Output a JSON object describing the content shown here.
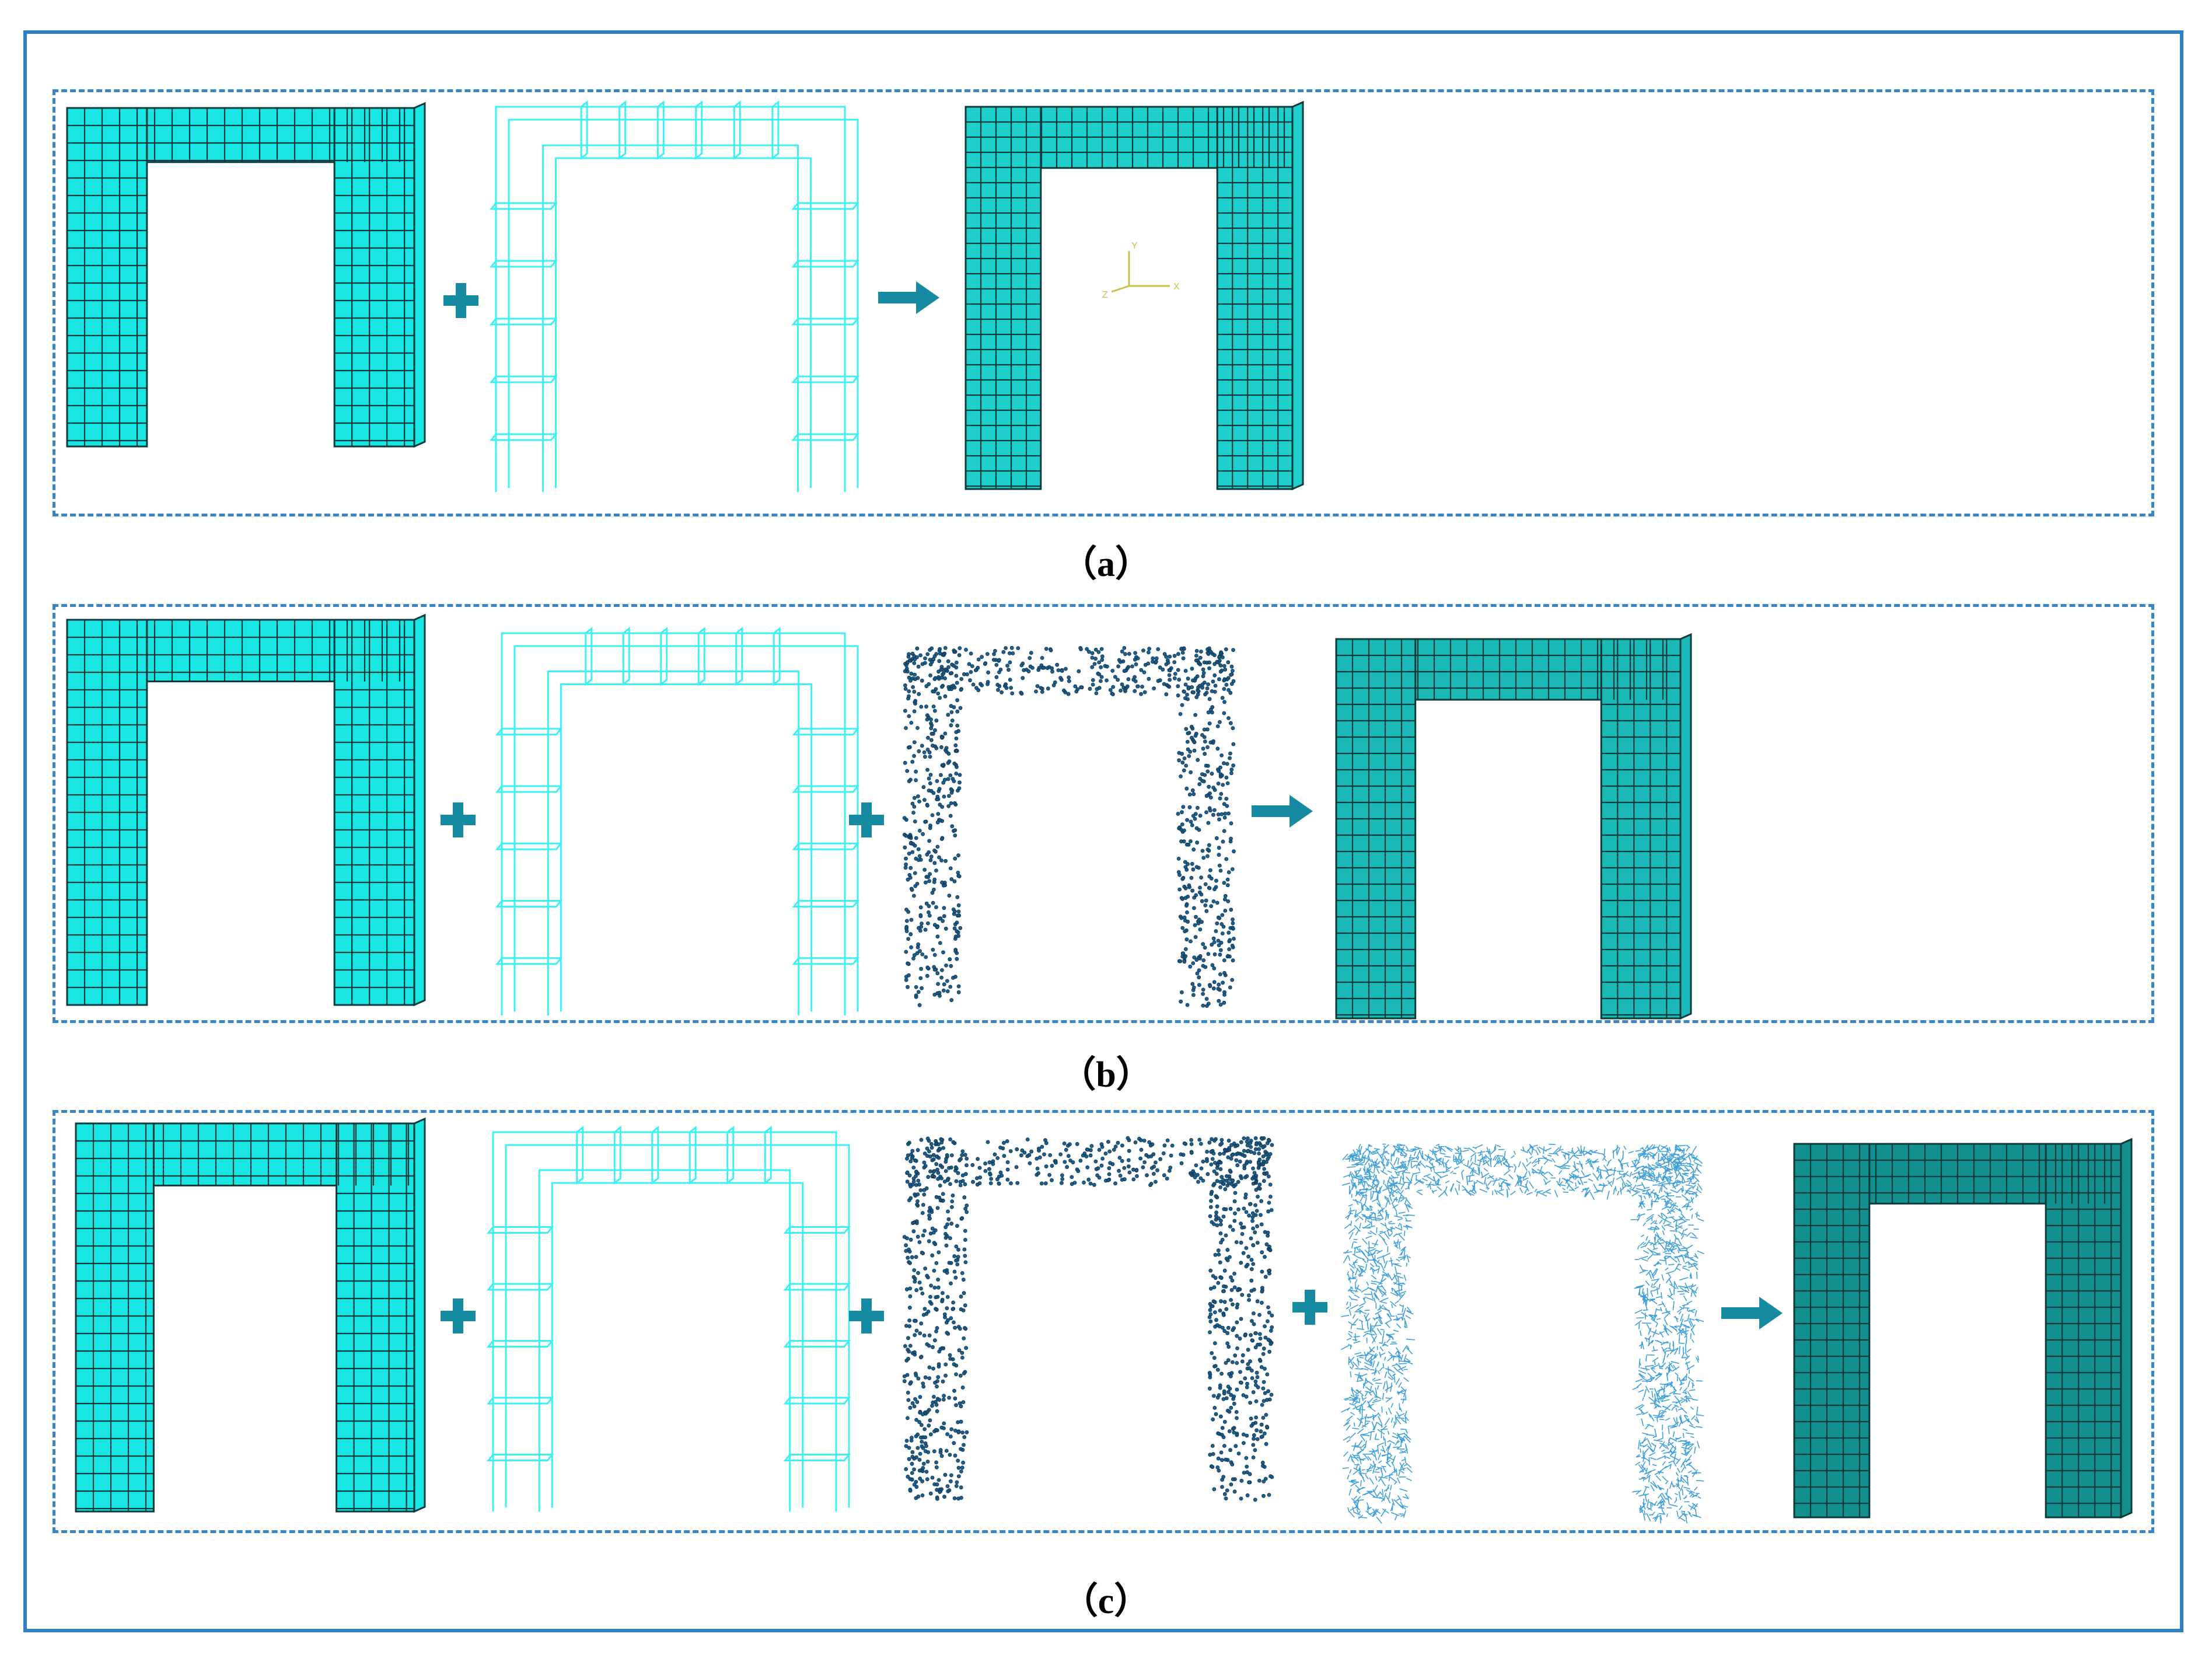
{
  "figure": {
    "panels": [
      {
        "caption": "（a）",
        "components": [
          "concrete-mesh",
          "rebar-cage"
        ],
        "result": "composite-model-a",
        "triad": {
          "y": "Y",
          "z": "Z",
          "x": "X"
        }
      },
      {
        "caption": "（b）",
        "components": [
          "concrete-mesh",
          "rebar-cage",
          "particle-cloud-dark"
        ],
        "result": "composite-model-b"
      },
      {
        "caption": "（c）",
        "components": [
          "concrete-mesh",
          "rebar-cage",
          "particle-cloud-dark",
          "fiber-cloud-light"
        ],
        "result": "composite-model-c"
      }
    ],
    "operators": {
      "plus": "+",
      "arrow": "→"
    }
  },
  "colors": {
    "concrete": "#19e6e3",
    "mesh_line": "#0d3a3a",
    "rebar": "#3ff0f0",
    "particles_dark": "#1e5f8c",
    "fibers_light": "#3fa0d8",
    "operator": "#158aa0",
    "result_a": "#1fcfcc",
    "result_b": "#1ab9b8",
    "result_c": "#128f8f",
    "frame": "#2f7fc4"
  }
}
